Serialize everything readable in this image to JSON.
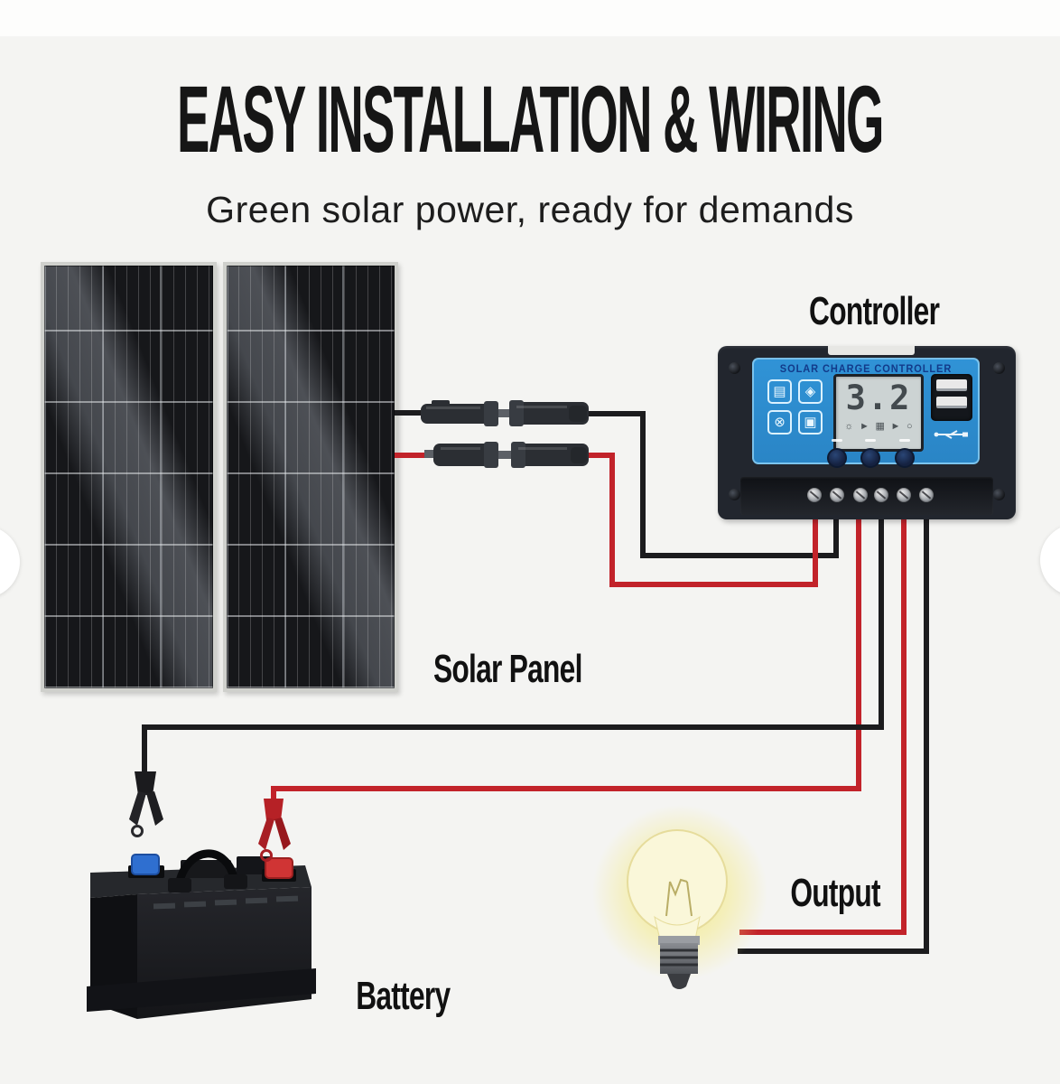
{
  "header": {
    "title": "EASY INSTALLATION & WIRING",
    "subtitle": "Green solar power, ready for demands"
  },
  "diagram": {
    "labels": {
      "controller": "Controller",
      "solar_panel": "Solar Panel",
      "battery": "Battery",
      "output": "Output"
    },
    "controller": {
      "brand": "SOLAR CHARGE CONTROLLER",
      "lcd_value": "3.2",
      "icon_glyphs": {
        "panel": "▤",
        "gear": "◈",
        "battery_protect": "⊗",
        "load_mode": "▣"
      },
      "lcd_glyphs": {
        "sun": "☼",
        "arrow1": "►",
        "battery": "▦",
        "arrow2": "►",
        "load": "○"
      }
    }
  },
  "colors": {
    "background": "#f4f4f2",
    "top_band": "#fdfdfc",
    "title_text": "#161616",
    "wire_red": "#c2232a",
    "wire_black": "#1c1c1e",
    "controller_blue": "#3093d6",
    "controller_case": "#22262e",
    "lcd_gray": "#ccd3d3",
    "battery_black": "#1b1c1f",
    "terminal_blue": "#2f6fd0",
    "terminal_red": "#d03434",
    "bulb_glow": "#f3ea82"
  }
}
